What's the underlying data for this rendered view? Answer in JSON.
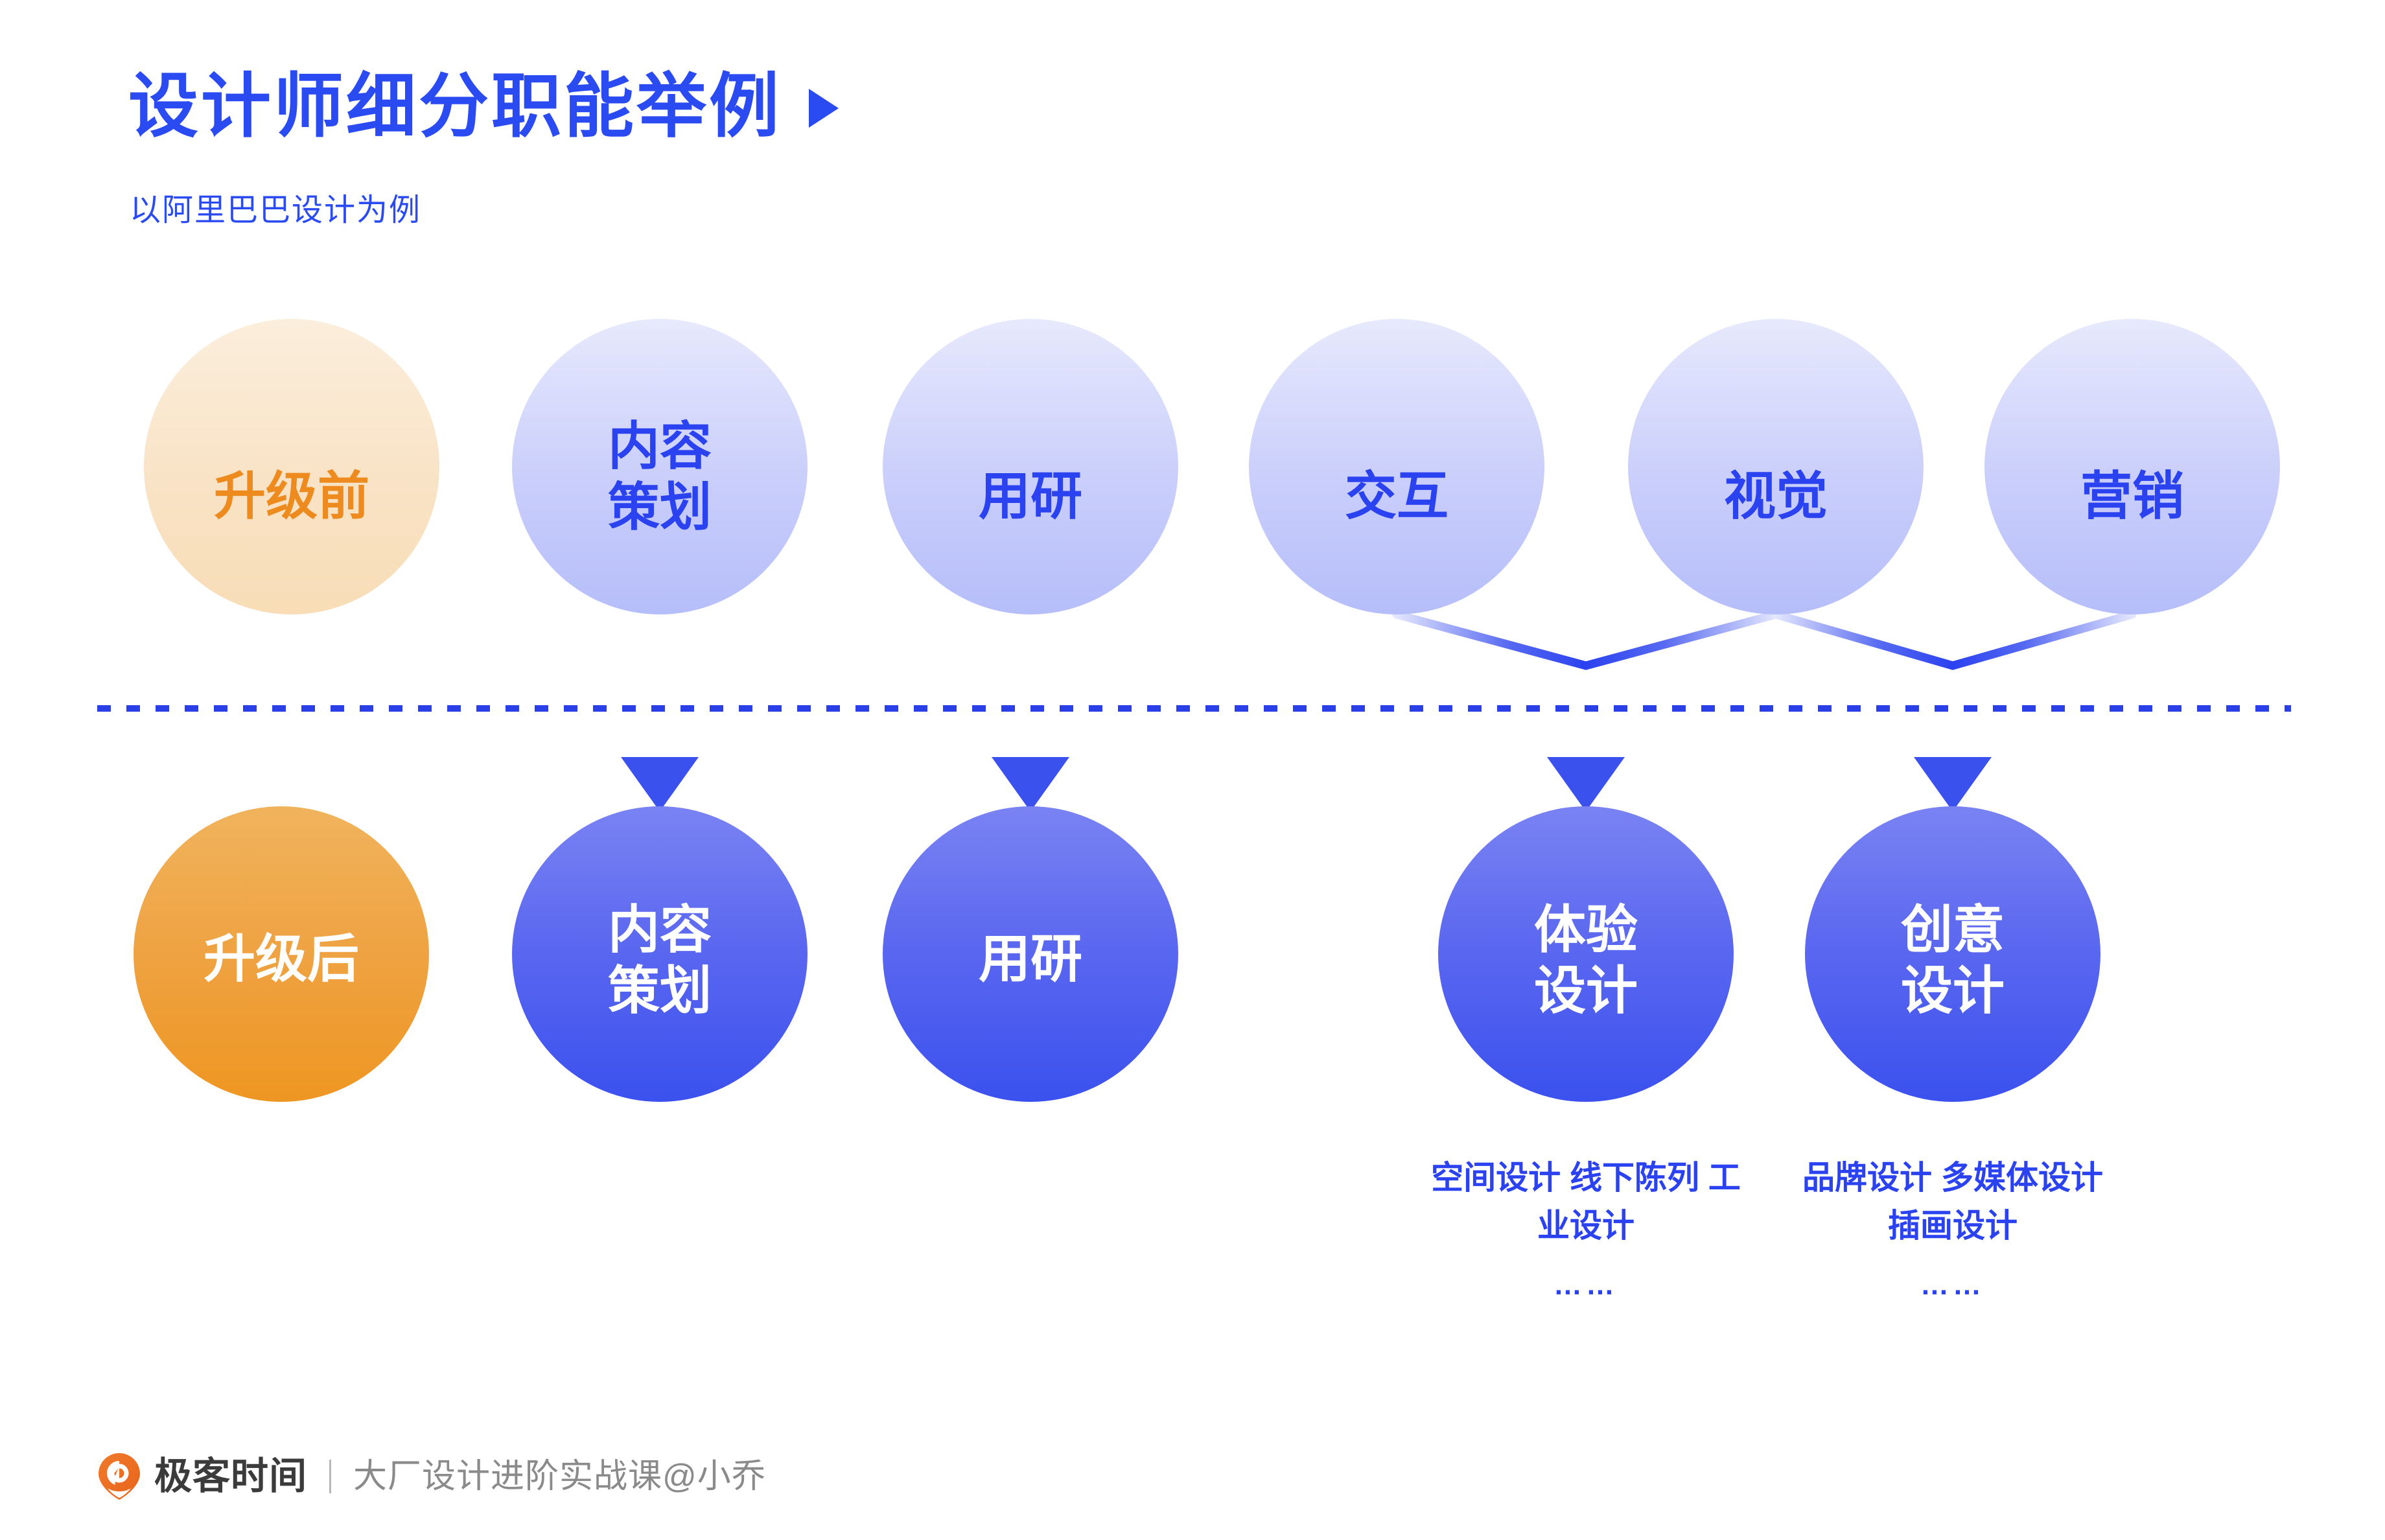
{
  "header": {
    "title": "设计师细分职能举例",
    "play_icon": "play-triangle-icon",
    "subtitle": "以阿里巴巴设计为例"
  },
  "colors": {
    "primary_blue": "#2B42F0",
    "divider_blue": "#2B3FE8",
    "accent_orange": "#ED8B1E",
    "node_blue_light": "#C9CEFB",
    "node_blue_solid": "#5A67F0",
    "node_orange_light": "#F9E3C6",
    "node_orange_solid": "#EFA343",
    "footer_dark": "#3B3B3B",
    "footer_gray": "#8A8A8A"
  },
  "diagram": {
    "before_row": {
      "stage_label": "升级前",
      "nodes": [
        {
          "label": "升级前",
          "lines": [
            "升级前"
          ],
          "role": "stage-marker"
        },
        {
          "label": "内容策划",
          "lines": [
            "内容",
            "策划"
          ],
          "role": "function"
        },
        {
          "label": "用研",
          "lines": [
            "用研"
          ],
          "role": "function"
        },
        {
          "label": "交互",
          "lines": [
            "交互"
          ],
          "role": "function"
        },
        {
          "label": "视觉",
          "lines": [
            "视觉"
          ],
          "role": "function"
        },
        {
          "label": "营销",
          "lines": [
            "营销"
          ],
          "role": "function"
        }
      ]
    },
    "after_row": {
      "stage_label": "升级后",
      "nodes": [
        {
          "label": "升级后",
          "lines": [
            "升级后"
          ],
          "role": "stage-marker"
        },
        {
          "label": "内容策划",
          "lines": [
            "内容",
            "策划"
          ],
          "role": "function"
        },
        {
          "label": "用研",
          "lines": [
            "用研"
          ],
          "role": "function"
        },
        {
          "label": "体验设计",
          "lines": [
            "体验",
            "设计"
          ],
          "role": "function"
        },
        {
          "label": "创意设计",
          "lines": [
            "创意",
            "设计"
          ],
          "role": "function"
        }
      ]
    },
    "sublists": [
      {
        "parent": "体验设计",
        "items": [
          "空间设计",
          "线下陈列",
          "工业设计"
        ],
        "ellipsis": "……"
      },
      {
        "parent": "创意设计",
        "items": [
          "品牌设计",
          "多媒体设计",
          "插画设计"
        ],
        "ellipsis": "……"
      }
    ],
    "mappings": [
      {
        "from": [
          "内容策划"
        ],
        "to": "内容策划"
      },
      {
        "from": [
          "用研"
        ],
        "to": "用研"
      },
      {
        "from": [
          "交互",
          "视觉"
        ],
        "to": "体验设计"
      },
      {
        "from": [
          "视觉",
          "营销"
        ],
        "to": "创意设计"
      }
    ]
  },
  "footer": {
    "logo_icon": "geekbang-pin-icon",
    "brand": "极客时间",
    "separator": "|",
    "course": "大厂设计进阶实战课@小乔"
  }
}
